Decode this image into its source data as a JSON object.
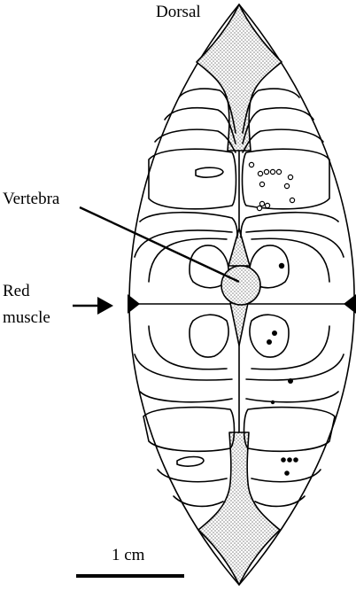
{
  "labels": {
    "dorsal": "Dorsal",
    "vertebra": "Vertebra",
    "red_line1": "Red",
    "red_line2": "muscle",
    "scale": "1 cm"
  },
  "colors": {
    "line": "#000000",
    "stipple": "#9a9a9a",
    "background": "#ffffff"
  }
}
